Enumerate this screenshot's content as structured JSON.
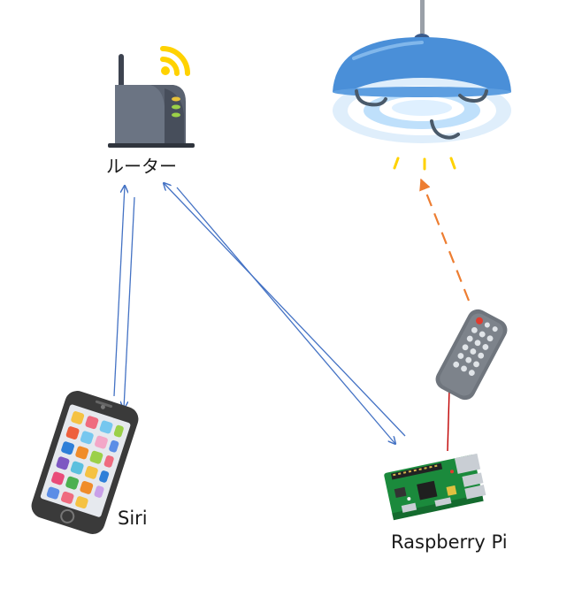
{
  "labels": {
    "router": "ルーター",
    "phone": "Siri",
    "raspberry_pi": "Raspberry Pi"
  },
  "colors": {
    "link_blue": "#4472c4",
    "ir_dashed_orange": "#ed7d31",
    "wire_red": "#c00000",
    "router_body": "#5a6270",
    "wifi_yellow": "#ffd200",
    "lamp_shade": "#4a8fd8",
    "lamp_inner": "#cde6fb",
    "remote_body": "#6f757d",
    "pi_board": "#1b8a3c",
    "phone_body": "#3a3a3a"
  }
}
